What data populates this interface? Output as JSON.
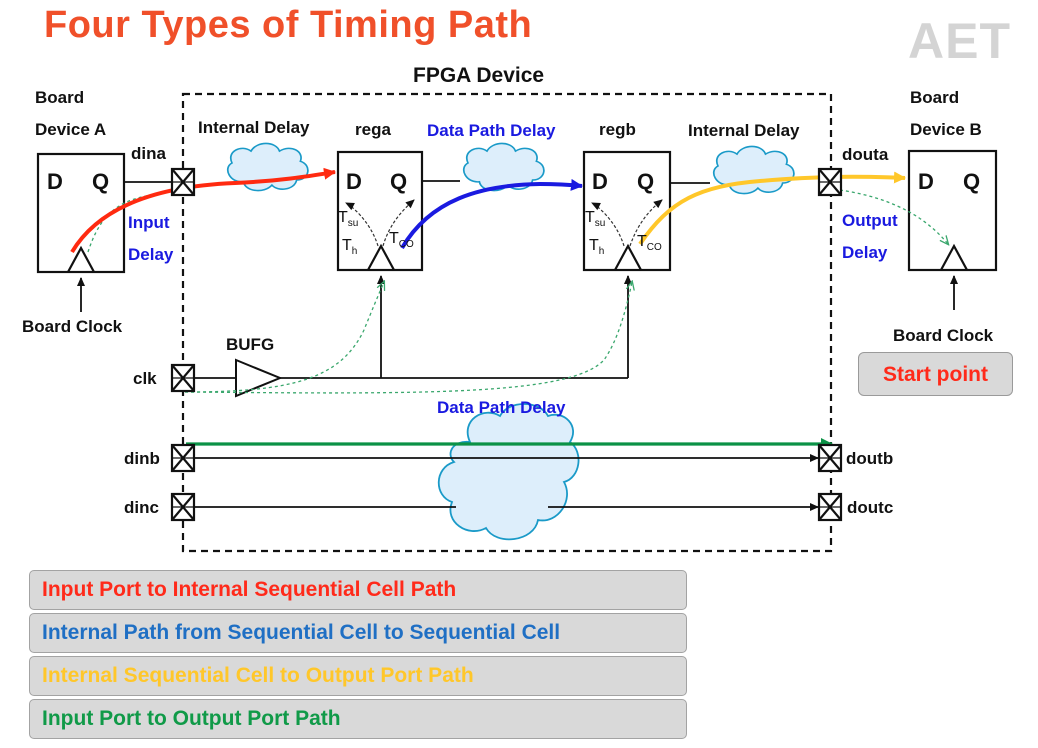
{
  "title": "Four Types of Timing Path",
  "logo_text": "AET",
  "diagram": {
    "device_label": "FPGA Device",
    "board_a": {
      "line1": "Board",
      "line2": "Device A"
    },
    "board_b": {
      "line1": "Board",
      "line2": "Device B"
    },
    "board_clock_left": "Board Clock",
    "board_clock_right": "Board Clock",
    "ports": {
      "dina": "dina",
      "douta": "douta",
      "clk": "clk",
      "dinb": "dinb",
      "doutb": "doutb",
      "dinc": "dinc",
      "doutc": "doutc"
    },
    "regs": {
      "rega": "rega",
      "regb": "regb"
    },
    "ff_d": "D",
    "ff_q": "Q",
    "internal_delay_left": "Internal Delay",
    "internal_delay_right": "Internal Delay",
    "data_path_delay_top": "Data Path Delay",
    "data_path_delay_bottom": "Data Path Delay",
    "input_delay": {
      "line1": "Input",
      "line2": "Delay"
    },
    "output_delay": {
      "line1": "Output",
      "line2": "Delay"
    },
    "bufg": "BUFG",
    "timing": {
      "t": "T",
      "su": "su",
      "h": "h",
      "co": "CO"
    },
    "colors": {
      "red_path": "#ff2a10",
      "blue_path": "#1a1ae0",
      "yellow_path": "#ffc72a",
      "green_path": "#0b9246",
      "clock_dotted": "#3aa76d"
    }
  },
  "start_point": "Start point",
  "legend": [
    {
      "text": "Input Port to Internal Sequential Cell Path",
      "color": "#ff2a1a"
    },
    {
      "text": "Internal Path from Sequential Cell to Sequential Cell",
      "color": "#1f6fc4"
    },
    {
      "text": "Internal Sequential Cell to Output Port Path",
      "color": "#ffc72a"
    },
    {
      "text": "Input Port to Output Port Path",
      "color": "#109a48"
    }
  ]
}
